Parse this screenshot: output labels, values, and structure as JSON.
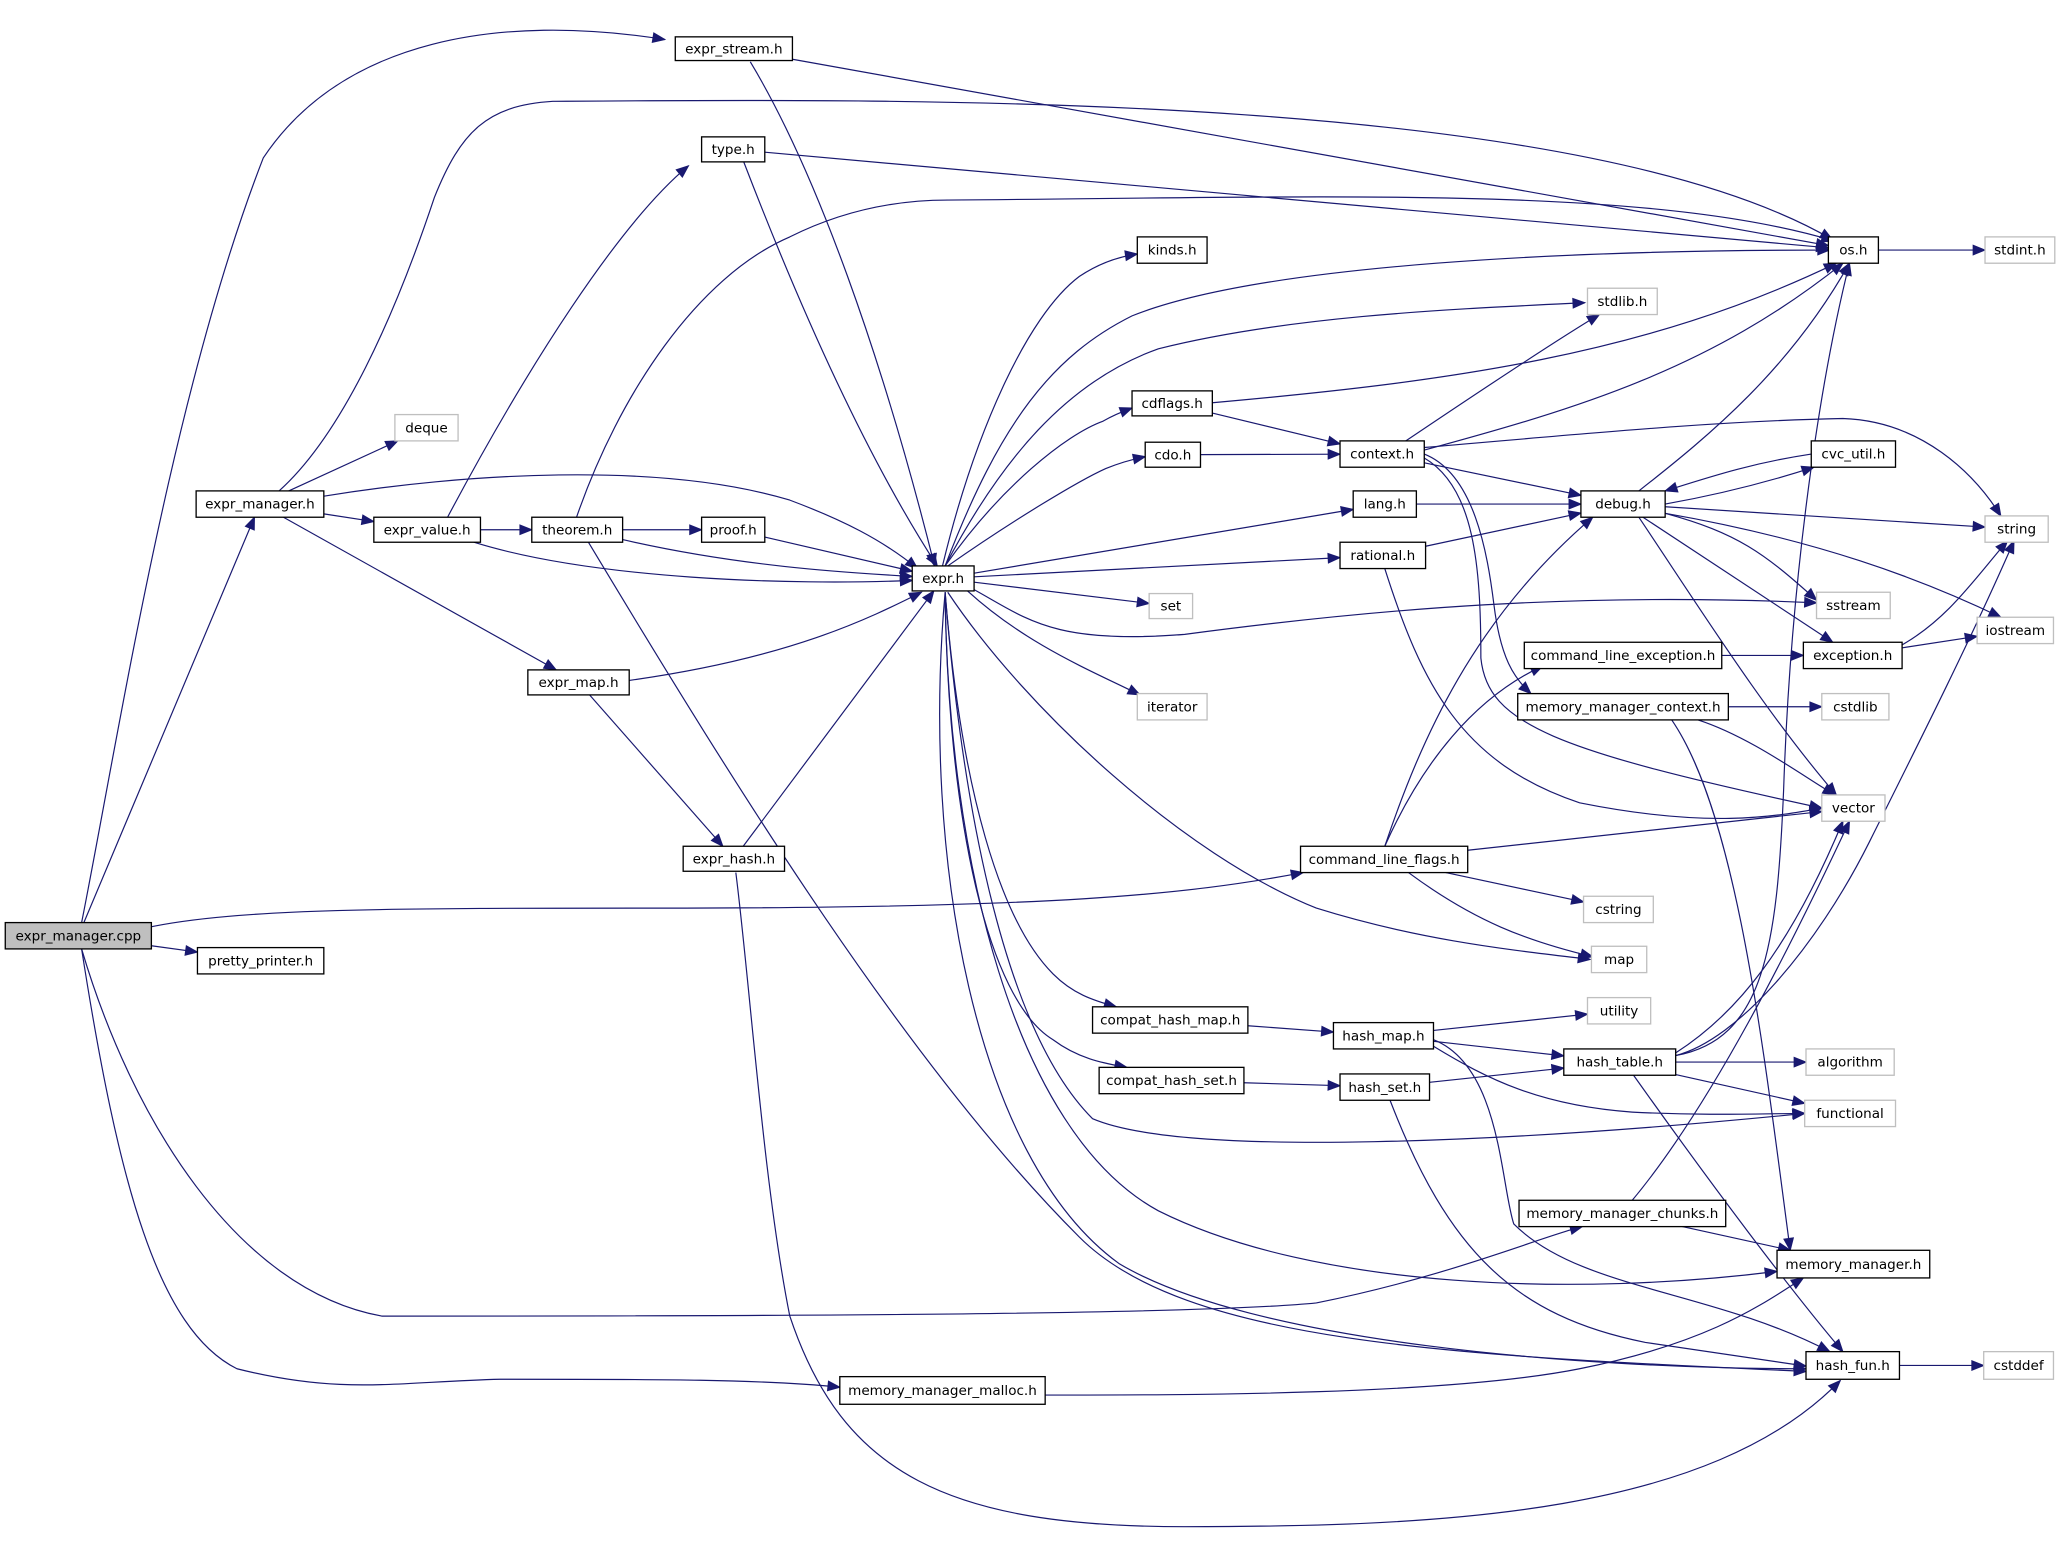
{
  "graph": {
    "type": "include-dependency-graph",
    "root": "expr_manager.cpp",
    "colors": {
      "edge": "#191970",
      "node_border": "#000000",
      "external_border": "#bfbfbf",
      "root_fill": "#bfbfbf"
    },
    "nodes": [
      {
        "id": "expr_manager_cpp",
        "label": "expr_manager.cpp",
        "kind": "root"
      },
      {
        "id": "expr_stream_h",
        "label": "expr_stream.h",
        "kind": "local"
      },
      {
        "id": "type_h",
        "label": "type.h",
        "kind": "local"
      },
      {
        "id": "deque",
        "label": "deque",
        "kind": "external"
      },
      {
        "id": "expr_manager_h",
        "label": "expr_manager.h",
        "kind": "local"
      },
      {
        "id": "expr_value_h",
        "label": "expr_value.h",
        "kind": "local"
      },
      {
        "id": "theorem_h",
        "label": "theorem.h",
        "kind": "local"
      },
      {
        "id": "proof_h",
        "label": "proof.h",
        "kind": "local"
      },
      {
        "id": "expr_h",
        "label": "expr.h",
        "kind": "local"
      },
      {
        "id": "expr_map_h",
        "label": "expr_map.h",
        "kind": "local"
      },
      {
        "id": "expr_hash_h",
        "label": "expr_hash.h",
        "kind": "local"
      },
      {
        "id": "pretty_printer_h",
        "label": "pretty_printer.h",
        "kind": "local"
      },
      {
        "id": "kinds_h",
        "label": "kinds.h",
        "kind": "local"
      },
      {
        "id": "cdflags_h",
        "label": "cdflags.h",
        "kind": "local"
      },
      {
        "id": "cdo_h",
        "label": "cdo.h",
        "kind": "local"
      },
      {
        "id": "set",
        "label": "set",
        "kind": "external"
      },
      {
        "id": "iterator",
        "label": "iterator",
        "kind": "external"
      },
      {
        "id": "context_h",
        "label": "context.h",
        "kind": "local"
      },
      {
        "id": "lang_h",
        "label": "lang.h",
        "kind": "local"
      },
      {
        "id": "rational_h",
        "label": "rational.h",
        "kind": "local"
      },
      {
        "id": "stdlib_h",
        "label": "stdlib.h",
        "kind": "external"
      },
      {
        "id": "os_h",
        "label": "os.h",
        "kind": "local"
      },
      {
        "id": "stdint_h",
        "label": "stdint.h",
        "kind": "external"
      },
      {
        "id": "debug_h",
        "label": "debug.h",
        "kind": "local"
      },
      {
        "id": "cvc_util_h",
        "label": "cvc_util.h",
        "kind": "local"
      },
      {
        "id": "string",
        "label": "string",
        "kind": "external"
      },
      {
        "id": "sstream",
        "label": "sstream",
        "kind": "external"
      },
      {
        "id": "iostream",
        "label": "iostream",
        "kind": "external"
      },
      {
        "id": "exception_h",
        "label": "exception.h",
        "kind": "local"
      },
      {
        "id": "command_line_exception_h",
        "label": "command_line_exception.h",
        "kind": "local"
      },
      {
        "id": "memory_manager_context_h",
        "label": "memory_manager_context.h",
        "kind": "local"
      },
      {
        "id": "cstdlib",
        "label": "cstdlib",
        "kind": "external"
      },
      {
        "id": "vector",
        "label": "vector",
        "kind": "external"
      },
      {
        "id": "command_line_flags_h",
        "label": "command_line_flags.h",
        "kind": "local"
      },
      {
        "id": "cstring",
        "label": "cstring",
        "kind": "external"
      },
      {
        "id": "map",
        "label": "map",
        "kind": "external"
      },
      {
        "id": "compat_hash_map_h",
        "label": "compat_hash_map.h",
        "kind": "local"
      },
      {
        "id": "compat_hash_set_h",
        "label": "compat_hash_set.h",
        "kind": "local"
      },
      {
        "id": "hash_map_h",
        "label": "hash_map.h",
        "kind": "local"
      },
      {
        "id": "hash_set_h",
        "label": "hash_set.h",
        "kind": "local"
      },
      {
        "id": "utility",
        "label": "utility",
        "kind": "external"
      },
      {
        "id": "hash_table_h",
        "label": "hash_table.h",
        "kind": "local"
      },
      {
        "id": "algorithm",
        "label": "algorithm",
        "kind": "external"
      },
      {
        "id": "functional",
        "label": "functional",
        "kind": "external"
      },
      {
        "id": "memory_manager_chunks_h",
        "label": "memory_manager_chunks.h",
        "kind": "local"
      },
      {
        "id": "memory_manager_h",
        "label": "memory_manager.h",
        "kind": "local"
      },
      {
        "id": "hash_fun_h",
        "label": "hash_fun.h",
        "kind": "local"
      },
      {
        "id": "cstddef",
        "label": "cstddef",
        "kind": "external"
      },
      {
        "id": "memory_manager_malloc_h",
        "label": "memory_manager_malloc.h",
        "kind": "local"
      }
    ],
    "edges": [
      [
        "expr_manager_cpp",
        "expr_stream_h"
      ],
      [
        "expr_manager_cpp",
        "expr_manager_h"
      ],
      [
        "expr_manager_cpp",
        "pretty_printer_h"
      ],
      [
        "expr_manager_cpp",
        "command_line_flags_h"
      ],
      [
        "expr_manager_cpp",
        "memory_manager_chunks_h"
      ],
      [
        "expr_manager_cpp",
        "memory_manager_malloc_h"
      ],
      [
        "expr_stream_h",
        "os_h"
      ],
      [
        "expr_stream_h",
        "expr_h"
      ],
      [
        "expr_manager_h",
        "os_h"
      ],
      [
        "expr_manager_h",
        "deque"
      ],
      [
        "expr_manager_h",
        "expr_value_h"
      ],
      [
        "expr_manager_h",
        "expr_h"
      ],
      [
        "expr_manager_h",
        "expr_map_h"
      ],
      [
        "expr_value_h",
        "type_h"
      ],
      [
        "expr_value_h",
        "theorem_h"
      ],
      [
        "expr_value_h",
        "expr_h"
      ],
      [
        "type_h",
        "os_h"
      ],
      [
        "type_h",
        "expr_h"
      ],
      [
        "theorem_h",
        "os_h"
      ],
      [
        "theorem_h",
        "proof_h"
      ],
      [
        "theorem_h",
        "expr_h"
      ],
      [
        "theorem_h",
        "hash_fun_h"
      ],
      [
        "proof_h",
        "expr_h"
      ],
      [
        "expr_map_h",
        "expr_h"
      ],
      [
        "expr_map_h",
        "expr_hash_h"
      ],
      [
        "expr_hash_h",
        "expr_h"
      ],
      [
        "expr_hash_h",
        "hash_fun_h"
      ],
      [
        "expr_h",
        "kinds_h"
      ],
      [
        "expr_h",
        "os_h"
      ],
      [
        "expr_h",
        "stdlib_h"
      ],
      [
        "expr_h",
        "cdflags_h"
      ],
      [
        "expr_h",
        "cdo_h"
      ],
      [
        "expr_h",
        "lang_h"
      ],
      [
        "expr_h",
        "rational_h"
      ],
      [
        "expr_h",
        "set"
      ],
      [
        "expr_h",
        "sstream"
      ],
      [
        "expr_h",
        "iterator"
      ],
      [
        "expr_h",
        "map"
      ],
      [
        "expr_h",
        "compat_hash_map_h"
      ],
      [
        "expr_h",
        "compat_hash_set_h"
      ],
      [
        "expr_h",
        "functional"
      ],
      [
        "expr_h",
        "memory_manager_h"
      ],
      [
        "expr_h",
        "hash_fun_h"
      ],
      [
        "cdflags_h",
        "os_h"
      ],
      [
        "cdflags_h",
        "context_h"
      ],
      [
        "cdo_h",
        "context_h"
      ],
      [
        "context_h",
        "stdlib_h"
      ],
      [
        "context_h",
        "os_h"
      ],
      [
        "context_h",
        "string"
      ],
      [
        "context_h",
        "debug_h"
      ],
      [
        "context_h",
        "memory_manager_context_h"
      ],
      [
        "context_h",
        "vector"
      ],
      [
        "lang_h",
        "debug_h"
      ],
      [
        "rational_h",
        "debug_h"
      ],
      [
        "rational_h",
        "vector"
      ],
      [
        "os_h",
        "stdint_h"
      ],
      [
        "debug_h",
        "os_h"
      ],
      [
        "debug_h",
        "cvc_util_h"
      ],
      [
        "debug_h",
        "string"
      ],
      [
        "debug_h",
        "sstream"
      ],
      [
        "debug_h",
        "iostream"
      ],
      [
        "debug_h",
        "exception_h"
      ],
      [
        "debug_h",
        "vector"
      ],
      [
        "cvc_util_h",
        "debug_h"
      ],
      [
        "command_line_exception_h",
        "exception_h"
      ],
      [
        "exception_h",
        "string"
      ],
      [
        "exception_h",
        "iostream"
      ],
      [
        "memory_manager_context_h",
        "cstdlib"
      ],
      [
        "memory_manager_context_h",
        "vector"
      ],
      [
        "memory_manager_context_h",
        "memory_manager_h"
      ],
      [
        "command_line_flags_h",
        "debug_h"
      ],
      [
        "command_line_flags_h",
        "command_line_exception_h"
      ],
      [
        "command_line_flags_h",
        "vector"
      ],
      [
        "command_line_flags_h",
        "cstring"
      ],
      [
        "command_line_flags_h",
        "map"
      ],
      [
        "compat_hash_map_h",
        "hash_map_h"
      ],
      [
        "compat_hash_set_h",
        "hash_set_h"
      ],
      [
        "hash_map_h",
        "utility"
      ],
      [
        "hash_map_h",
        "hash_table_h"
      ],
      [
        "hash_map_h",
        "functional"
      ],
      [
        "hash_map_h",
        "hash_fun_h"
      ],
      [
        "hash_set_h",
        "hash_table_h"
      ],
      [
        "hash_set_h",
        "hash_fun_h"
      ],
      [
        "hash_table_h",
        "os_h"
      ],
      [
        "hash_table_h",
        "string"
      ],
      [
        "hash_table_h",
        "vector"
      ],
      [
        "hash_table_h",
        "algorithm"
      ],
      [
        "hash_table_h",
        "functional"
      ],
      [
        "hash_table_h",
        "hash_fun_h"
      ],
      [
        "memory_manager_chunks_h",
        "vector"
      ],
      [
        "memory_manager_chunks_h",
        "memory_manager_h"
      ],
      [
        "memory_manager_malloc_h",
        "memory_manager_h"
      ],
      [
        "hash_fun_h",
        "cstddef"
      ]
    ]
  }
}
